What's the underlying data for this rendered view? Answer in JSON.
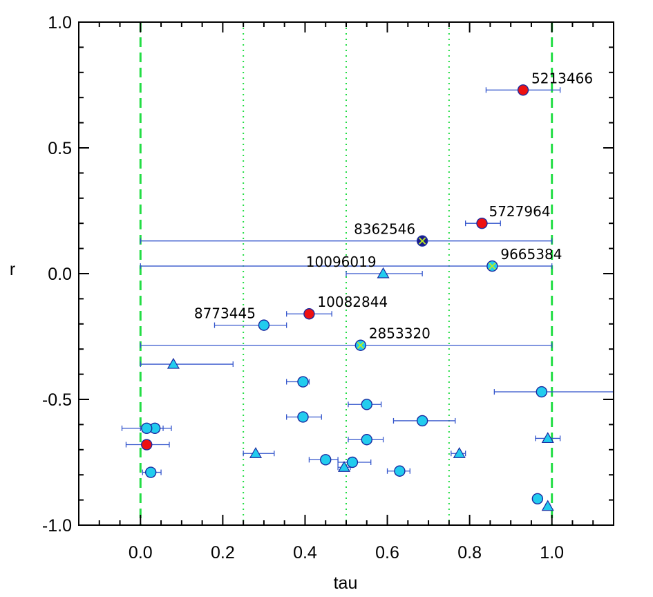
{
  "chart_data": {
    "type": "scatter",
    "xlabel": "tau",
    "ylabel": "r",
    "xlim": [
      -0.15,
      1.15
    ],
    "ylim": [
      -1.0,
      1.0
    ],
    "xticks": [
      0.0,
      0.2,
      0.4,
      0.6,
      0.8,
      1.0
    ],
    "xtick_labels": [
      "0.0",
      "0.2",
      "0.4",
      "0.6",
      "0.8",
      "1.0"
    ],
    "yticks": [
      1.0,
      0.5,
      0.0,
      -0.5,
      -1.0
    ],
    "ytick_labels": [
      "1.0",
      "0.5",
      "0.0",
      "-0.5",
      "-1.0"
    ],
    "grid": false,
    "reference_lines": [
      {
        "x": 0.0,
        "style": "dashed"
      },
      {
        "x": 0.25,
        "style": "dotted"
      },
      {
        "x": 0.5,
        "style": "dotted"
      },
      {
        "x": 0.75,
        "style": "dotted"
      },
      {
        "x": 1.0,
        "style": "dashed"
      }
    ],
    "colors": {
      "dashed_line": "#22dd44",
      "dotted_line": "#22dd44",
      "error_bar": "#3355cc",
      "marker_edge": "#1a2aa0",
      "cyan": "#22ccee",
      "red": "#ee1111",
      "navy": "#1a1a8c",
      "x_cross": "#bbee22"
    },
    "points": [
      {
        "x": 0.93,
        "y": 0.73,
        "xerr": [
          0.84,
          1.02
        ],
        "marker": "circle",
        "fill": "red",
        "label": "5213466"
      },
      {
        "x": 0.83,
        "y": 0.2,
        "xerr": [
          0.79,
          0.875
        ],
        "marker": "circle",
        "fill": "red",
        "label": "5727964"
      },
      {
        "x": 0.685,
        "y": 0.13,
        "xerr": [
          0.0,
          1.0
        ],
        "marker": "circle-x",
        "fill": "navy",
        "label": "8362546"
      },
      {
        "x": 0.855,
        "y": 0.03,
        "xerr": [
          0.0,
          1.0
        ],
        "marker": "circle-x",
        "fill": "cyan",
        "label": "9665384"
      },
      {
        "x": 0.59,
        "y": 0.0,
        "xerr": [
          0.5,
          0.685
        ],
        "marker": "triangle",
        "fill": "cyan",
        "label": "10096019"
      },
      {
        "x": 0.41,
        "y": -0.16,
        "xerr": [
          0.355,
          0.465
        ],
        "marker": "circle",
        "fill": "red",
        "label": "10082844"
      },
      {
        "x": 0.3,
        "y": -0.205,
        "xerr": [
          0.18,
          0.355
        ],
        "marker": "circle",
        "fill": "cyan",
        "label": "8773445"
      },
      {
        "x": 0.535,
        "y": -0.285,
        "xerr": [
          0.0,
          1.0
        ],
        "marker": "circle-x",
        "fill": "cyan",
        "label": "2853320"
      },
      {
        "x": 0.08,
        "y": -0.36,
        "xerr": [
          0.0,
          0.225
        ],
        "marker": "triangle",
        "fill": "cyan",
        "label": ""
      },
      {
        "x": 0.395,
        "y": -0.43,
        "xerr": [
          0.355,
          0.41
        ],
        "marker": "circle",
        "fill": "cyan",
        "label": ""
      },
      {
        "x": 0.975,
        "y": -0.47,
        "xerr": [
          0.86,
          1.15
        ],
        "marker": "circle",
        "fill": "cyan",
        "label": ""
      },
      {
        "x": 0.55,
        "y": -0.52,
        "xerr": [
          0.505,
          0.585
        ],
        "marker": "circle",
        "fill": "cyan",
        "label": ""
      },
      {
        "x": 0.395,
        "y": -0.57,
        "xerr": [
          0.355,
          0.44
        ],
        "marker": "circle",
        "fill": "cyan",
        "label": ""
      },
      {
        "x": 0.685,
        "y": -0.585,
        "xerr": [
          0.615,
          0.765
        ],
        "marker": "circle",
        "fill": "cyan",
        "label": ""
      },
      {
        "x": 0.035,
        "y": -0.615,
        "xerr": [
          0.0,
          0.075
        ],
        "marker": "circle",
        "fill": "cyan",
        "label": ""
      },
      {
        "x": 0.015,
        "y": -0.615,
        "xerr": [
          -0.045,
          0.055
        ],
        "marker": "circle",
        "fill": "cyan",
        "label": ""
      },
      {
        "x": 0.55,
        "y": -0.66,
        "xerr": [
          0.505,
          0.59
        ],
        "marker": "circle",
        "fill": "cyan",
        "label": ""
      },
      {
        "x": 0.99,
        "y": -0.655,
        "xerr": [
          0.96,
          1.02
        ],
        "marker": "triangle",
        "fill": "cyan",
        "label": ""
      },
      {
        "x": 0.015,
        "y": -0.68,
        "xerr": [
          -0.035,
          0.07
        ],
        "marker": "circle",
        "fill": "red",
        "label": ""
      },
      {
        "x": 0.28,
        "y": -0.715,
        "xerr": [
          0.25,
          0.325
        ],
        "marker": "triangle",
        "fill": "cyan",
        "label": ""
      },
      {
        "x": 0.775,
        "y": -0.715,
        "xerr": [
          0.755,
          0.79
        ],
        "marker": "triangle",
        "fill": "cyan",
        "label": ""
      },
      {
        "x": 0.45,
        "y": -0.74,
        "xerr": [
          0.41,
          0.48
        ],
        "marker": "circle",
        "fill": "cyan",
        "label": ""
      },
      {
        "x": 0.515,
        "y": -0.75,
        "xerr": [
          0.48,
          0.56
        ],
        "marker": "circle",
        "fill": "cyan",
        "label": ""
      },
      {
        "x": 0.495,
        "y": -0.77,
        "xerr": [
          0.48,
          0.51
        ],
        "marker": "triangle",
        "fill": "cyan",
        "label": ""
      },
      {
        "x": 0.63,
        "y": -0.785,
        "xerr": [
          0.6,
          0.655
        ],
        "marker": "circle",
        "fill": "cyan",
        "label": ""
      },
      {
        "x": 0.025,
        "y": -0.79,
        "xerr": [
          0.005,
          0.05
        ],
        "marker": "circle",
        "fill": "cyan",
        "label": ""
      },
      {
        "x": 0.965,
        "y": -0.895,
        "xerr": [
          0.955,
          0.975
        ],
        "marker": "circle",
        "fill": "cyan",
        "label": ""
      },
      {
        "x": 0.99,
        "y": -0.925,
        "xerr": [
          0.985,
          0.995
        ],
        "marker": "triangle",
        "fill": "cyan",
        "label": ""
      }
    ]
  }
}
